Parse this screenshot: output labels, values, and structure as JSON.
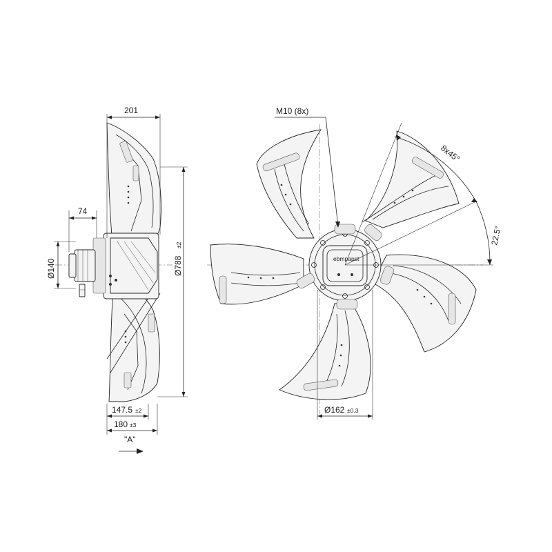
{
  "dimensions": {
    "overall_depth": "201",
    "shaft_offset": "74",
    "motor_diameter": "Ø140",
    "fan_diameter": "Ø788",
    "fan_diameter_tol": "±2",
    "depth_a": "147.5",
    "depth_a_tol": "±2",
    "depth_b": "180",
    "depth_b_tol": "±3",
    "view_label": "\"A\"",
    "screw_spec": "M10 (8x)",
    "bolt_pattern": "8x45°",
    "angle_offset": "22.5°",
    "flange_diameter": "Ø162",
    "flange_diameter_tol": "±0.3"
  },
  "hub_label": "ebmpapst"
}
